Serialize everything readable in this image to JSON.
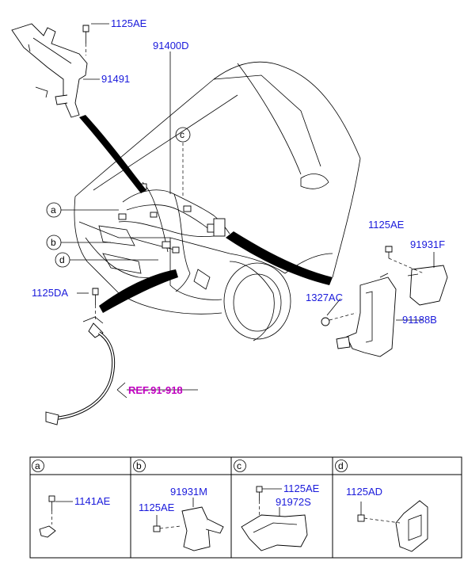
{
  "callouts": {
    "p1125AE_top": "1125AE",
    "p91491": "91491",
    "p91400D": "91400D",
    "p1125DA": "1125DA",
    "p1125AE_right": "1125AE",
    "p91931F": "91931F",
    "p1327AC": "1327AC",
    "p91188B": "91188B",
    "ref": "REF.91-918",
    "circle_a": "a",
    "circle_b": "b",
    "circle_c": "c",
    "circle_d": "d"
  },
  "table": {
    "cells": [
      {
        "key": "a",
        "parts": [
          "1141AE"
        ]
      },
      {
        "key": "b",
        "parts": [
          "91931M",
          "1125AE"
        ]
      },
      {
        "key": "c",
        "parts": [
          "1125AE",
          "91972S"
        ]
      },
      {
        "key": "d",
        "parts": [
          "1125AD"
        ]
      }
    ]
  }
}
